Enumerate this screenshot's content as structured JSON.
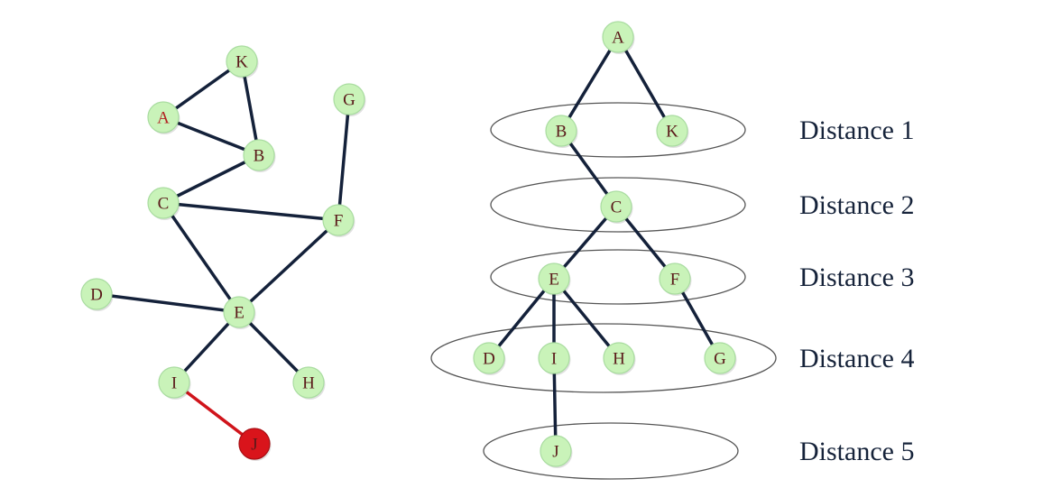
{
  "colors": {
    "node_fill": "#c9f3b9",
    "node_stroke": "#a9dca0",
    "edge": "#14213a",
    "highlight_node": "#d9141b",
    "highlight_edge": "#d0141b",
    "ellipse_stroke": "#555555"
  },
  "graph": {
    "nodes": [
      "K",
      "A",
      "B",
      "G",
      "C",
      "F",
      "D",
      "E",
      "I",
      "H",
      "J"
    ],
    "edges": [
      [
        "K",
        "A"
      ],
      [
        "K",
        "B"
      ],
      [
        "A",
        "B"
      ],
      [
        "B",
        "C"
      ],
      [
        "C",
        "F"
      ],
      [
        "C",
        "E"
      ],
      [
        "F",
        "G"
      ],
      [
        "F",
        "E"
      ],
      [
        "D",
        "E"
      ],
      [
        "E",
        "I"
      ],
      [
        "E",
        "H"
      ],
      [
        "I",
        "J"
      ]
    ],
    "highlighted_node": "J",
    "highlighted_edge": [
      "I",
      "J"
    ]
  },
  "bfs_tree": {
    "root": "A",
    "edges": [
      [
        "A",
        "B"
      ],
      [
        "A",
        "K"
      ],
      [
        "B",
        "C"
      ],
      [
        "C",
        "E"
      ],
      [
        "C",
        "F"
      ],
      [
        "E",
        "D"
      ],
      [
        "E",
        "I"
      ],
      [
        "E",
        "H"
      ],
      [
        "F",
        "G"
      ],
      [
        "I",
        "J"
      ]
    ],
    "levels": [
      {
        "label": "Distance 1",
        "nodes": [
          "B",
          "K"
        ]
      },
      {
        "label": "Distance 2",
        "nodes": [
          "C"
        ]
      },
      {
        "label": "Distance 3",
        "nodes": [
          "E",
          "F"
        ]
      },
      {
        "label": "Distance 4",
        "nodes": [
          "D",
          "I",
          "H",
          "G"
        ]
      },
      {
        "label": "Distance 5",
        "nodes": [
          "J"
        ]
      }
    ]
  }
}
